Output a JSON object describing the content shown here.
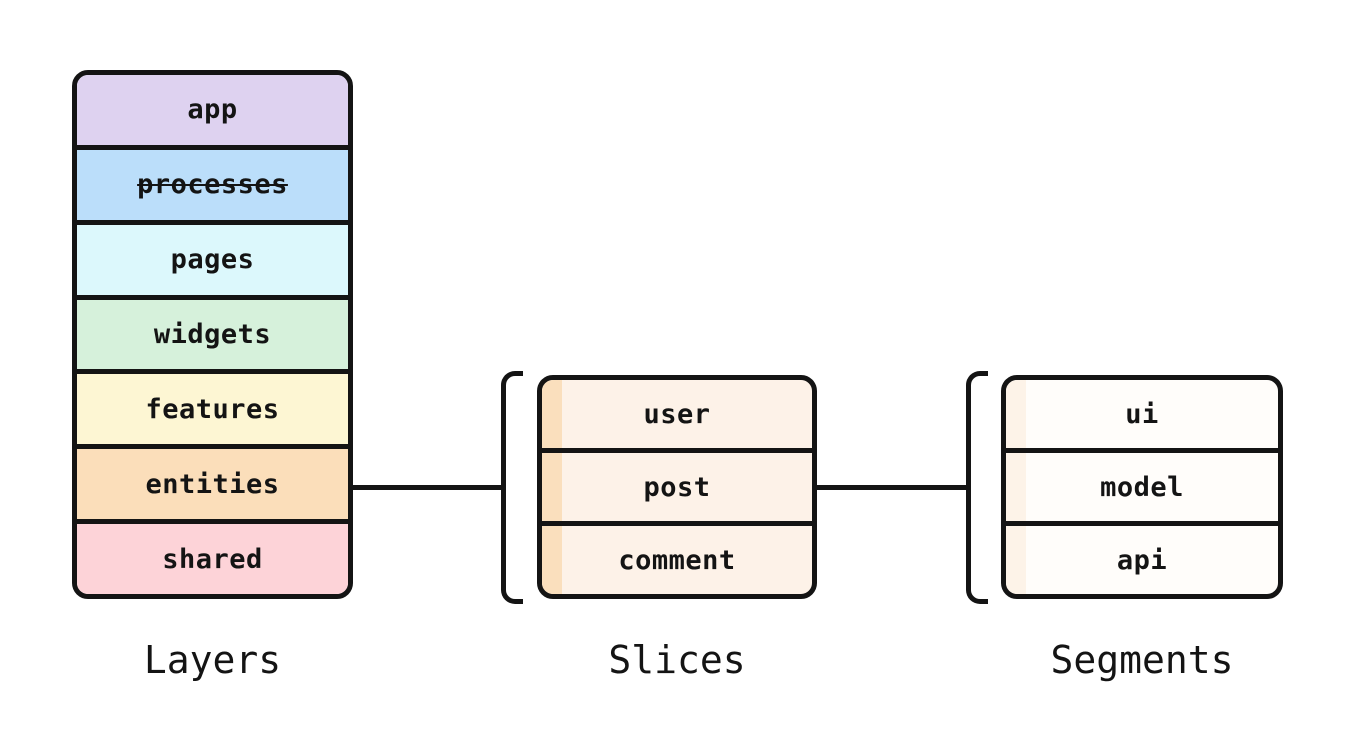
{
  "diagram": {
    "canvas_bg": "#ffffff",
    "stroke_color": "#141414",
    "text_color": "#141414"
  },
  "layers": {
    "caption": "Layers",
    "items": [
      {
        "label": "app",
        "bg": "#ded2f0",
        "decoration": "none"
      },
      {
        "label": "processes",
        "bg": "#bbdefa",
        "decoration": "line-through"
      },
      {
        "label": "pages",
        "bg": "#dcf8fc",
        "decoration": "none"
      },
      {
        "label": "widgets",
        "bg": "#d6f1db",
        "decoration": "none"
      },
      {
        "label": "features",
        "bg": "#fdf6d3",
        "decoration": "none"
      },
      {
        "label": "entities",
        "bg": "#fbdeba",
        "decoration": "none"
      },
      {
        "label": "shared",
        "bg": "#fdd3d8",
        "decoration": "none"
      }
    ]
  },
  "slices": {
    "caption": "Slices",
    "bg": "#fdf2e8",
    "strip": "#fadfbd",
    "items": [
      {
        "label": "user"
      },
      {
        "label": "post"
      },
      {
        "label": "comment"
      }
    ]
  },
  "segments": {
    "caption": "Segments",
    "bg": "#fffdfa",
    "strip": "#fdf3e8",
    "items": [
      {
        "label": "ui"
      },
      {
        "label": "model"
      },
      {
        "label": "api"
      }
    ]
  }
}
